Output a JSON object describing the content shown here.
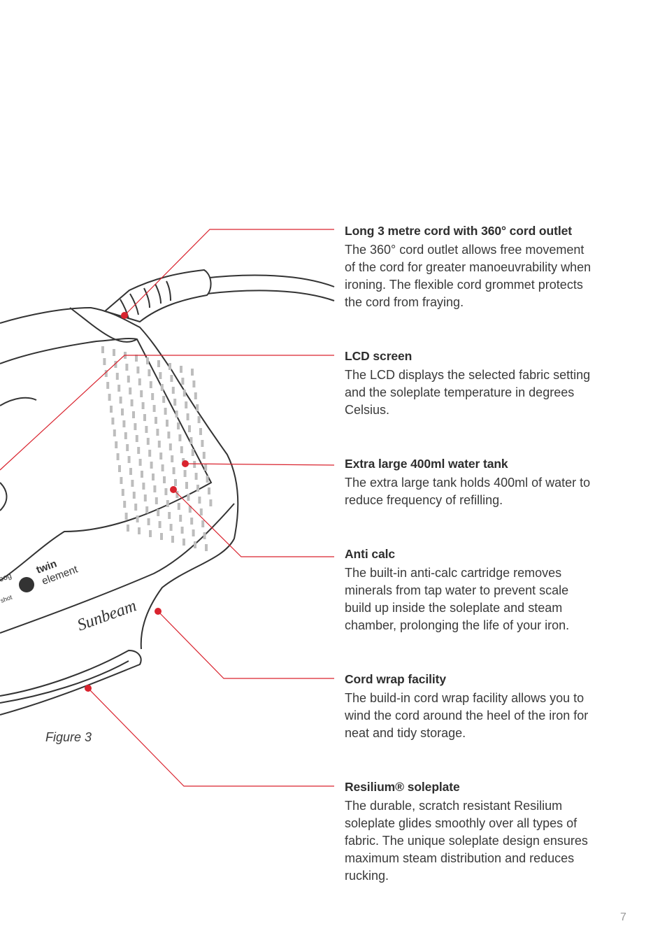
{
  "features": [
    {
      "title": "Long 3 metre cord with 360° cord outlet",
      "body": [
        "The 360° cord outlet allows free movement",
        "of the cord for greater manoeuvrability when",
        "ironing. The flexible cord grommet protects",
        "the cord from fraying."
      ]
    },
    {
      "title": "LCD screen",
      "body": [
        "The LCD displays the selected fabric setting",
        "and the soleplate temperature in degrees",
        "Celsius."
      ]
    },
    {
      "title": "Extra large 400ml water tank",
      "body": [
        "The extra large tank holds 400ml of water to",
        "reduce frequency of refilling."
      ]
    },
    {
      "title": "Anti calc",
      "body": [
        "The built-in anti-calc cartridge removes",
        "minerals from tap water to prevent scale",
        "build up inside the soleplate and steam",
        "chamber, prolonging the life of your iron."
      ]
    },
    {
      "title": "Cord wrap facility",
      "body": [
        "The build-in cord wrap facility allows you to",
        "wind the cord around the heel of the iron for",
        "neat and tidy storage."
      ]
    },
    {
      "title": "Resilium® soleplate",
      "body": [
        "The durable, scratch resistant Resilium",
        "soleplate glides smoothly over all types of",
        "fabric. The unique soleplate design ensures",
        "maximum steam distribution and reduces",
        "rucking."
      ]
    }
  ],
  "iron_labels": {
    "twin": "twin",
    "element": "element",
    "boost": "oog",
    "shot": "shot",
    "brand": "Sunbeam"
  },
  "figure_caption": "Figure 3",
  "page_number": "7",
  "colors": {
    "callout": "#d9232e",
    "outline": "#333333",
    "stripe": "#bdbdbd"
  }
}
